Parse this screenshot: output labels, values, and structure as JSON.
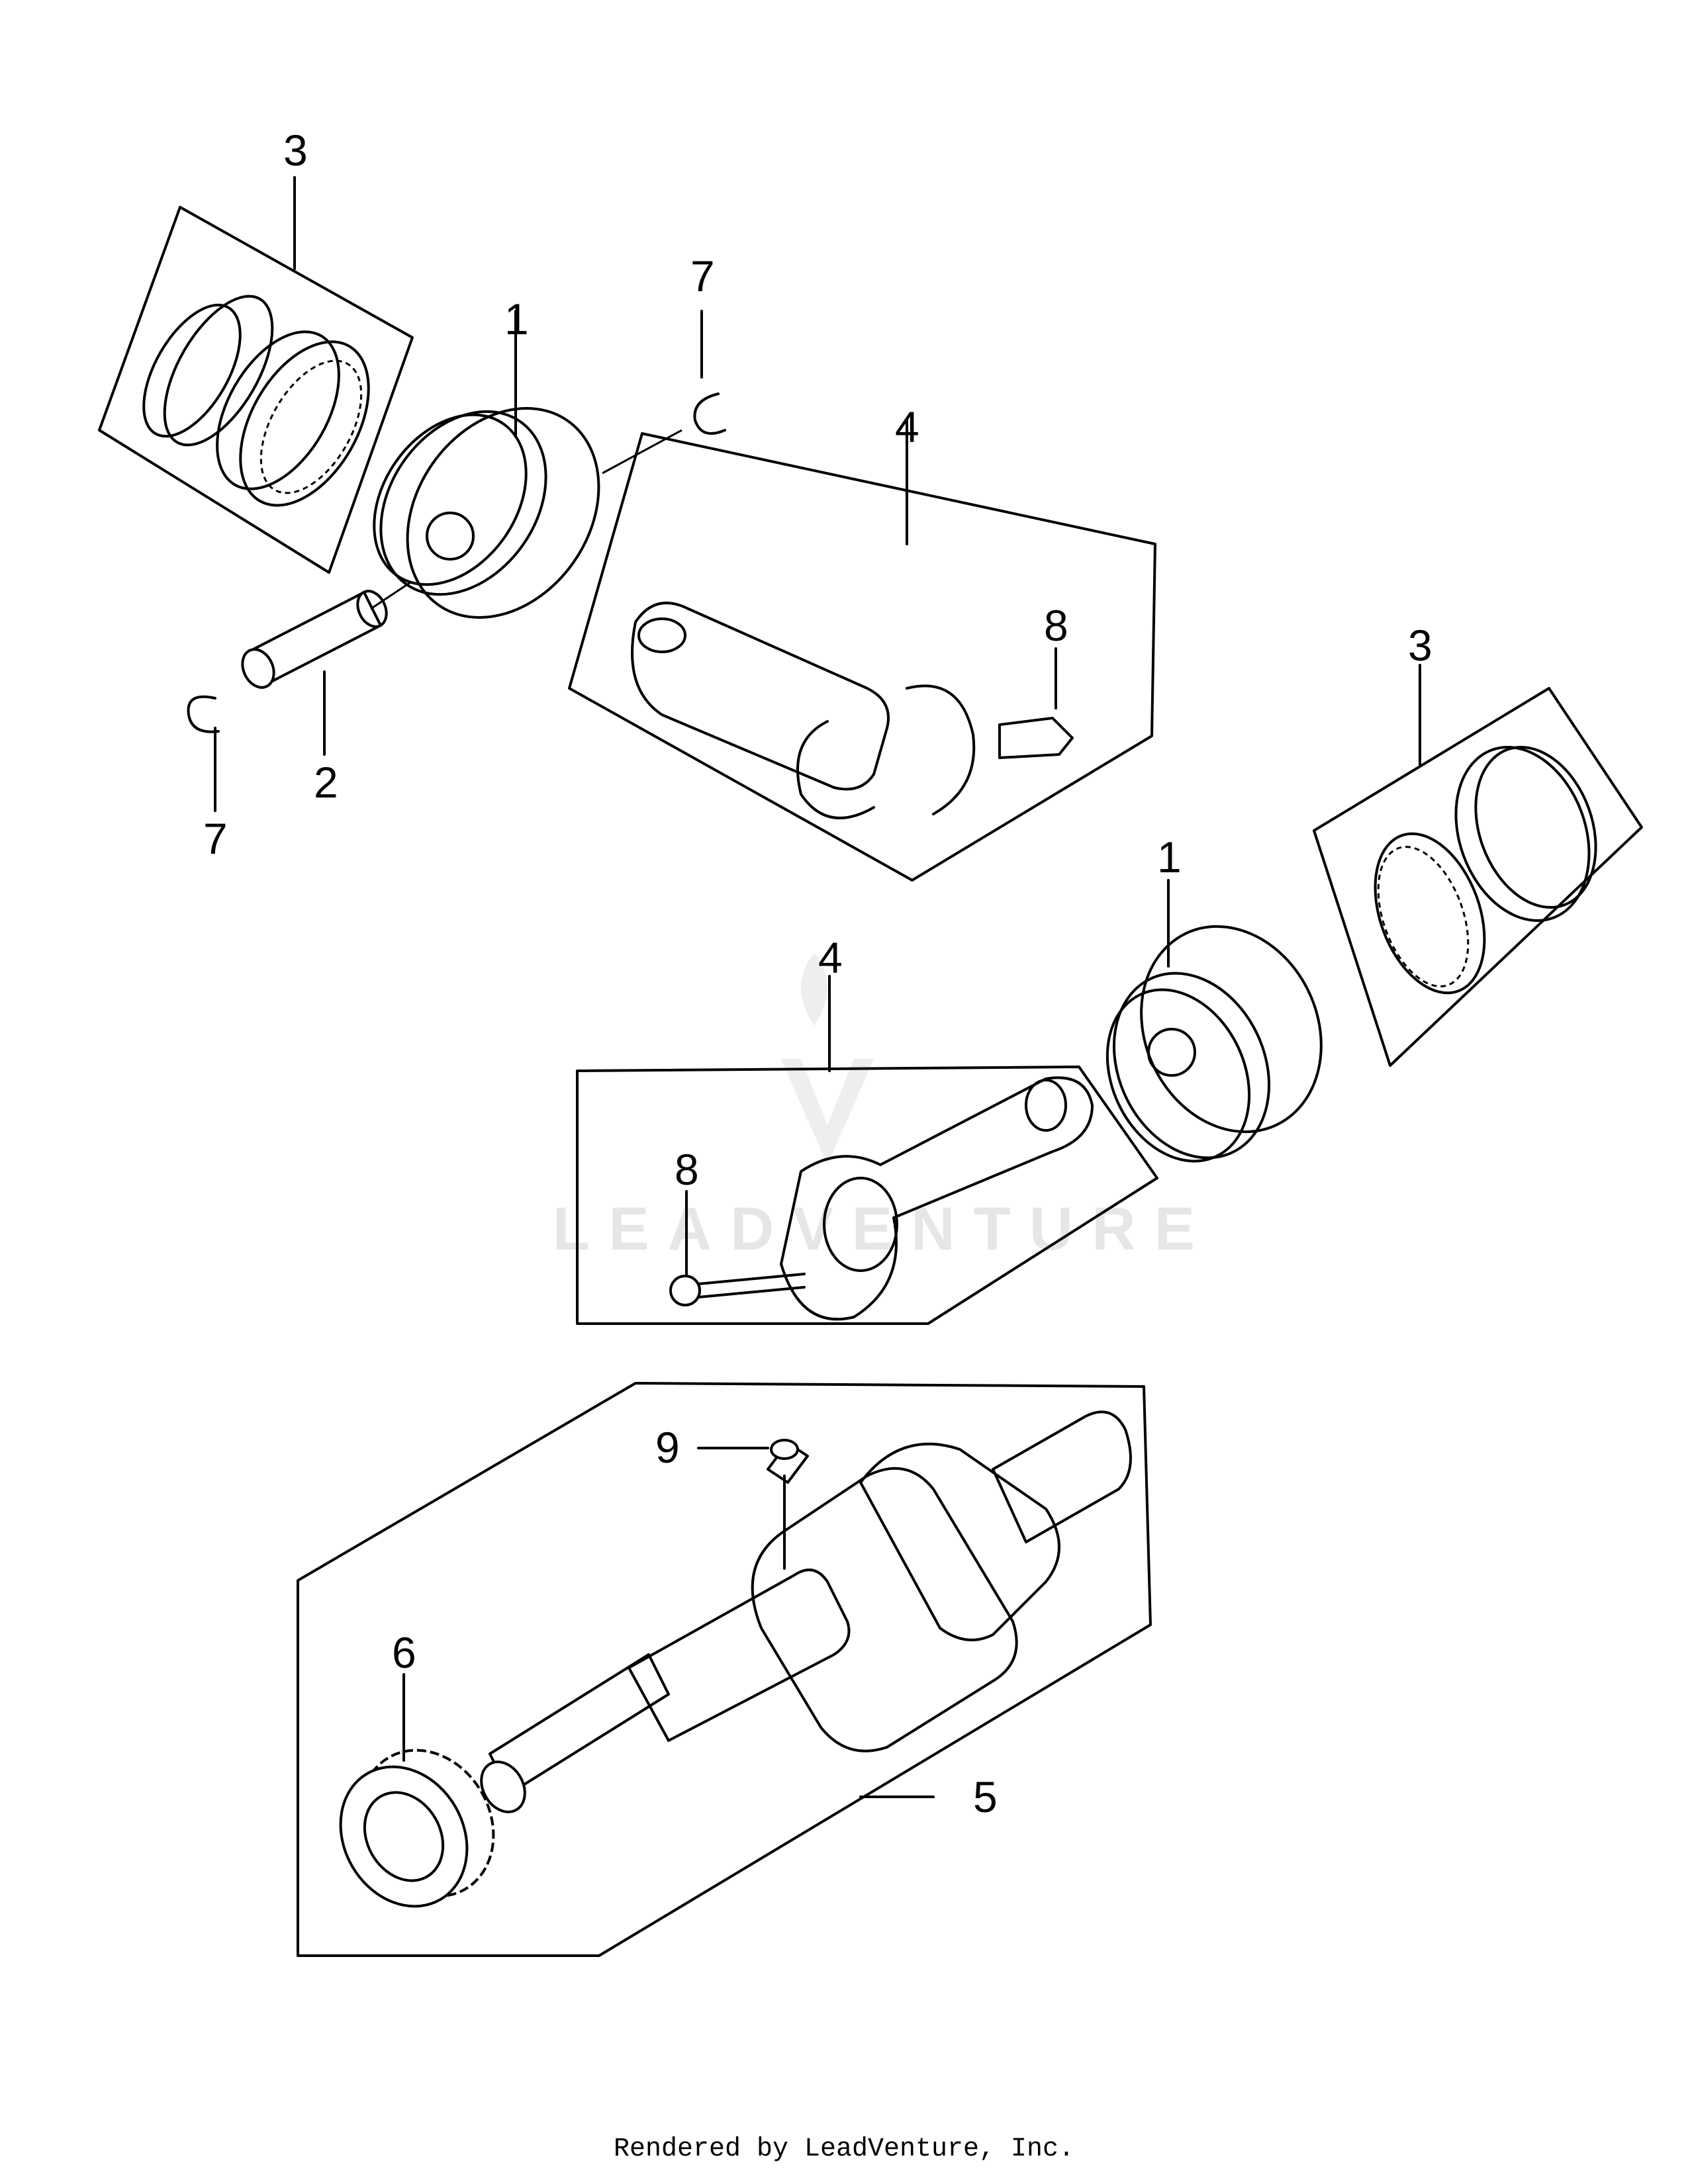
{
  "callouts": {
    "c1a": "1",
    "c1b": "1",
    "c2": "2",
    "c3a": "3",
    "c3b": "3",
    "c4a": "4",
    "c4b": "4",
    "c5": "5",
    "c6": "6",
    "c7a": "7",
    "c7b": "7",
    "c8a": "8",
    "c8b": "8",
    "c9": "9"
  },
  "watermark": "LEADVENTURE",
  "footer": "Rendered by LeadVenture, Inc."
}
